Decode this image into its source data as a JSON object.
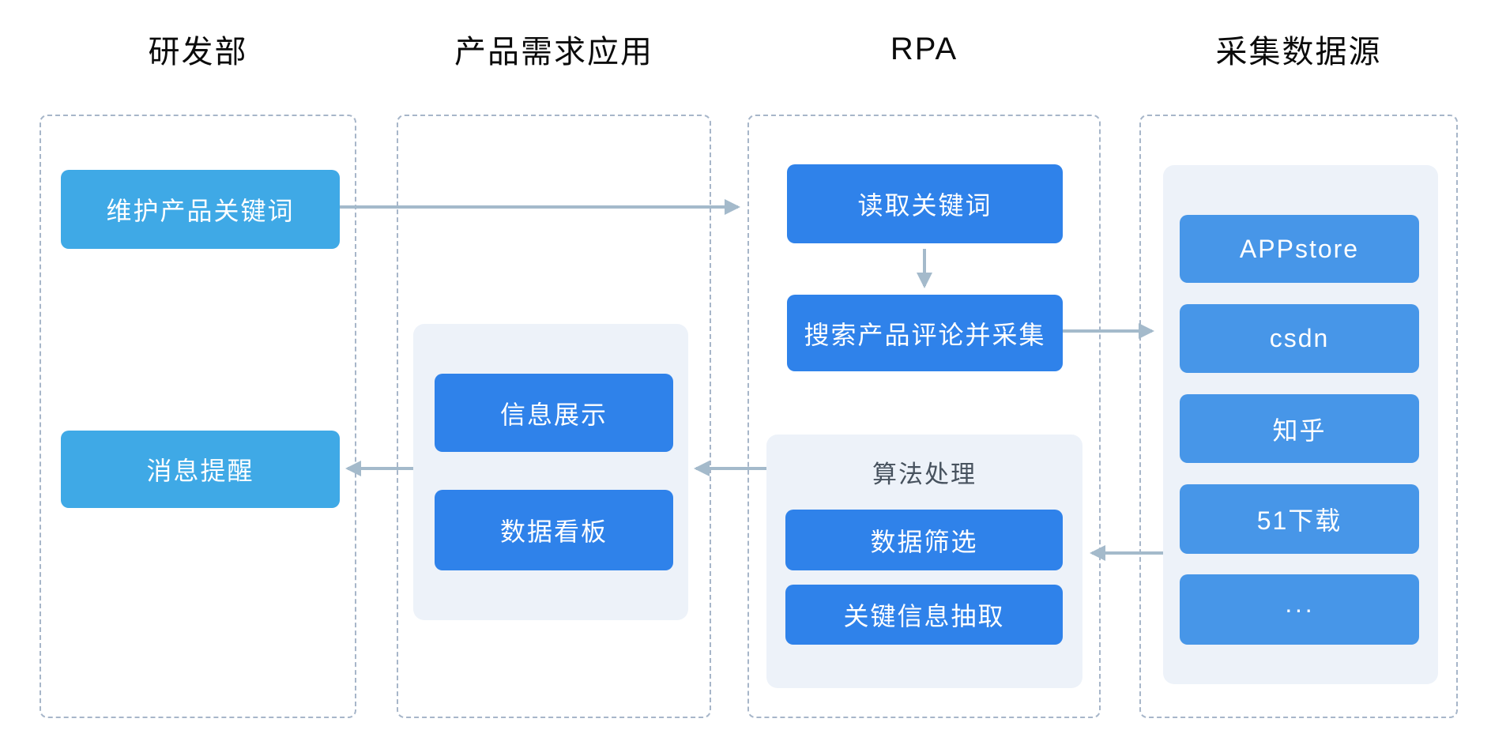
{
  "diagram": {
    "columns": [
      {
        "title": "研发部",
        "nodes": [
          {
            "label": "维护产品关键词"
          },
          {
            "label": "消息提醒"
          }
        ]
      },
      {
        "title": "产品需求应用",
        "panel": {
          "nodes": [
            {
              "label": "信息展示"
            },
            {
              "label": "数据看板"
            }
          ]
        }
      },
      {
        "title": "RPA",
        "nodes": [
          {
            "label": "读取关键词"
          },
          {
            "label": "搜索产品评论并采集"
          }
        ],
        "panel": {
          "title": "算法处理",
          "nodes": [
            {
              "label": "数据筛选"
            },
            {
              "label": "关键信息抽取"
            }
          ]
        }
      },
      {
        "title": "采集数据源",
        "panel": {
          "nodes": [
            {
              "label": "APPstore"
            },
            {
              "label": "csdn"
            },
            {
              "label": "知乎"
            },
            {
              "label": "51下载"
            },
            {
              "label": "···"
            }
          ]
        }
      }
    ],
    "edges": [
      {
        "from": "维护产品关键词",
        "to": "读取关键词"
      },
      {
        "from": "读取关键词",
        "to": "搜索产品评论并采集"
      },
      {
        "from": "搜索产品评论并采集",
        "to": "采集数据源"
      },
      {
        "from": "采集数据源",
        "to": "数据筛选"
      },
      {
        "from": "算法处理",
        "to": "产品需求应用"
      },
      {
        "from": "产品需求应用",
        "to": "消息提醒"
      }
    ]
  },
  "colors": {
    "node_blue_light": "#3FA9E6",
    "node_blue": "#2F82EA",
    "node_blue_medium": "#4796E8",
    "panel_bg": "#EDF2F9",
    "dash_border": "#A7B6C9",
    "arrow_color": "#A4BACB",
    "header_text": "#0B0B0B",
    "panel_title_text": "#47525E"
  }
}
